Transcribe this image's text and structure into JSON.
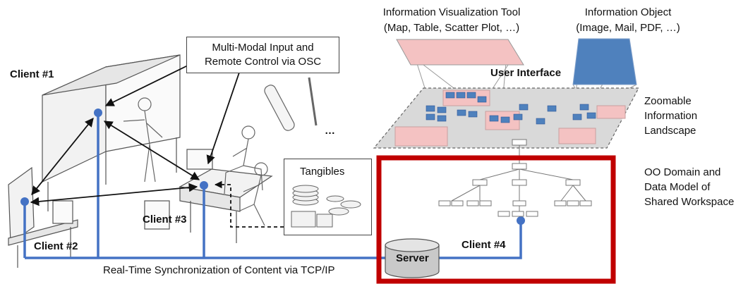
{
  "labels": {
    "client1": "Client #1",
    "client2": "Client #2",
    "client3": "Client #3",
    "client4": "Client #4",
    "input_line1": "Multi-Modal Input and",
    "input_line2": "Remote Control via OSC",
    "tangibles": "Tangibles",
    "ellipsis": "…",
    "server": "Server",
    "sync": "Real-Time Synchronization of Content via TCP/IP",
    "viz_tool_line1": "Information Visualization Tool",
    "viz_tool_line2": "(Map, Table, Scatter Plot, …)",
    "info_obj_line1": "Information Object",
    "info_obj_line2": "(Image, Mail, PDF, …)",
    "user_interface": "User Interface",
    "landscape_line1": "Zoomable",
    "landscape_line2": "Information",
    "landscape_line3": "Landscape",
    "domain_line1": "OO Domain and",
    "domain_line2": "Data Model of",
    "domain_line3": "Shared Workspace"
  },
  "colors": {
    "network_blue": "#4472c4",
    "highlight_red": "#c00000",
    "viz_pink": "#f4c2c2",
    "object_blue": "#4f81bd",
    "plane_gray": "#d9d9d9",
    "sketch_gray": "#666666"
  }
}
